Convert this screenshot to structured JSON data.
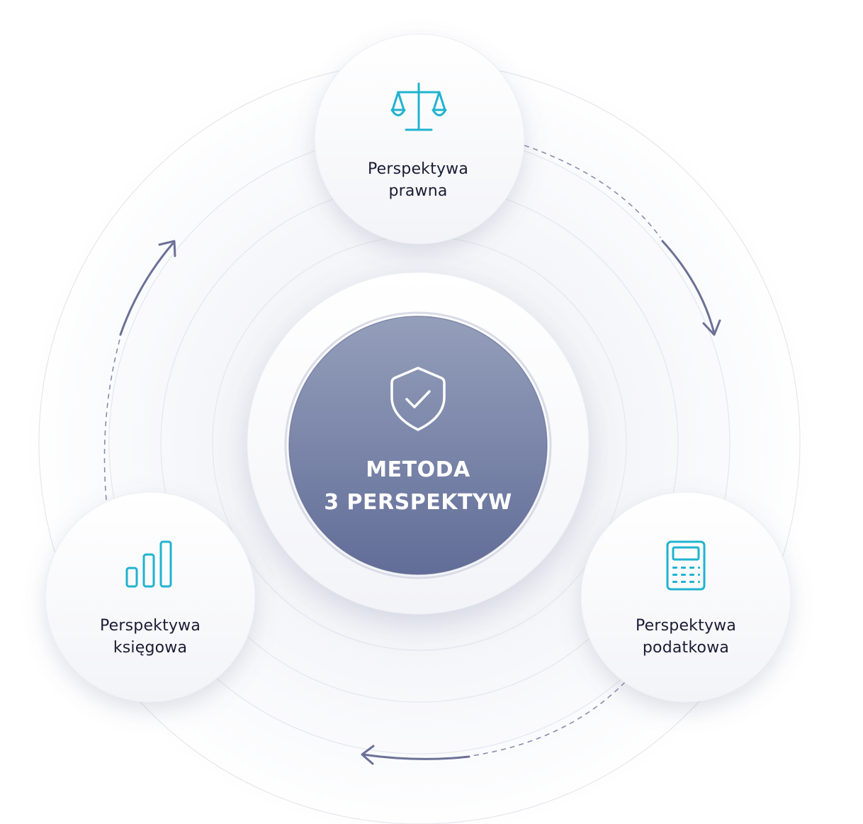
{
  "center": {
    "title_line1": "METODA",
    "title_line2": "3 PERSPEKTYW",
    "icon": "shield-check-icon"
  },
  "nodes": [
    {
      "id": "prawna",
      "line1": "Perspektywa",
      "line2": "prawna",
      "icon": "scales-icon"
    },
    {
      "id": "ksiegowa",
      "line1": "Perspektywa",
      "line2": "księgowa",
      "icon": "bar-chart-icon"
    },
    {
      "id": "podatkowa",
      "line1": "Perspektywa",
      "line2": "podatkowa",
      "icon": "calculator-icon"
    }
  ],
  "colors": {
    "icon_accent": "#1fb3cf",
    "center_fill_top": "#8e99b6",
    "center_fill_bottom": "#65709a",
    "arrow": "#6b7196",
    "ring": "#e6e8ee",
    "text": "#1a1c34"
  }
}
